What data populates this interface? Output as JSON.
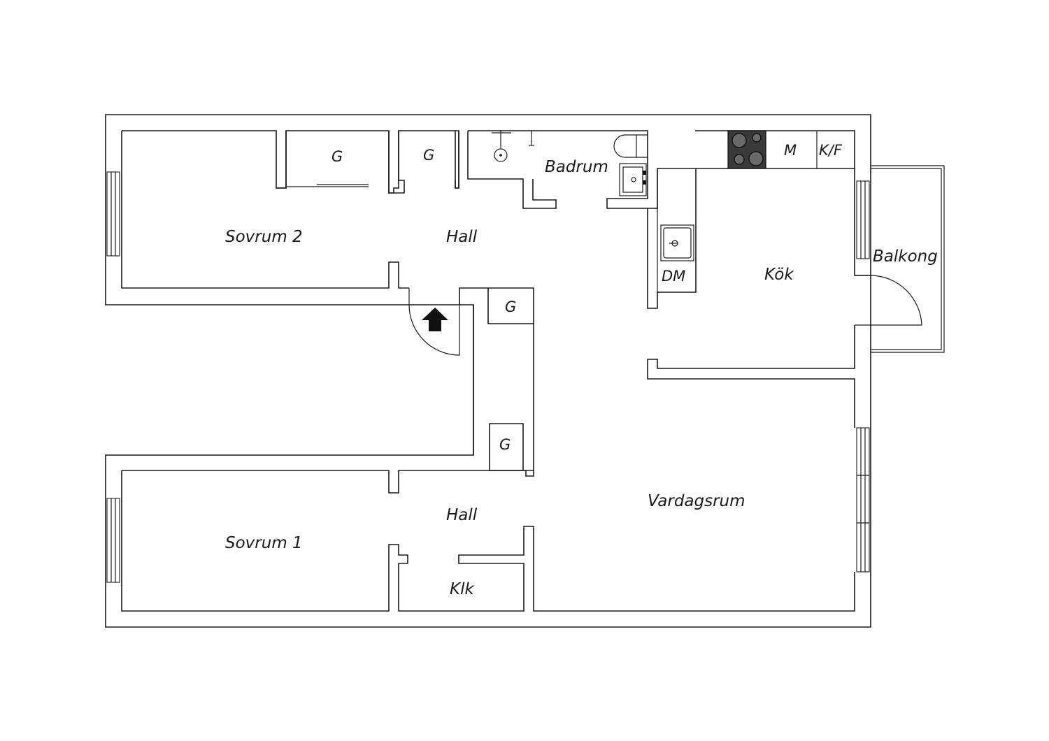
{
  "plan": {
    "rooms": {
      "sovrum2": "Sovrum 2",
      "sovrum1": "Sovrum 1",
      "hall_top": "Hall",
      "hall_bottom": "Hall",
      "badrum": "Badrum",
      "kok": "Kök",
      "balkong": "Balkong",
      "vardagsrum": "Vardagsrum",
      "klk": "Klk"
    },
    "fixtures": {
      "garderob_1": "G",
      "garderob_2": "G",
      "garderob_3": "G",
      "garderob_4": "G",
      "diskmaskin": "DM",
      "mikro": "M",
      "kyl_frys": "K/F"
    },
    "icons": {
      "entrance": "entrance-arrow-icon",
      "stove": "stove-icon",
      "sink": "kitchen-sink-icon",
      "washbasin": "washbasin-icon",
      "toilet": "toilet-icon",
      "shower": "shower-icon"
    }
  }
}
